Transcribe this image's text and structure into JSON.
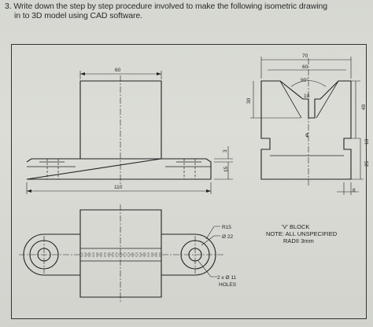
{
  "question": {
    "line1": "3. Write down the step by step procedure involved to make the following isometric drawing",
    "line2": "in to 3D model using CAD software."
  },
  "front_view": {
    "width_top": "60",
    "width_base": "110",
    "height_base": "15",
    "step": "3"
  },
  "side_view": {
    "overall": "70",
    "inner": "60",
    "v_angle": "90°",
    "slot": "10",
    "v_depth": "30",
    "height": "40",
    "notch": "10",
    "base": "25",
    "offset": "8",
    "centerline": "¢"
  },
  "top_view": {
    "radius_label": "R15",
    "dia_label": "Ø 22",
    "holes_line1": "2 x Ø 11",
    "holes_line2": "HOLES"
  },
  "notes": {
    "title": "'V' BLOCK",
    "line1": "NOTE: ALL UNSPECIFIED",
    "line2": "RADII 3mm"
  }
}
